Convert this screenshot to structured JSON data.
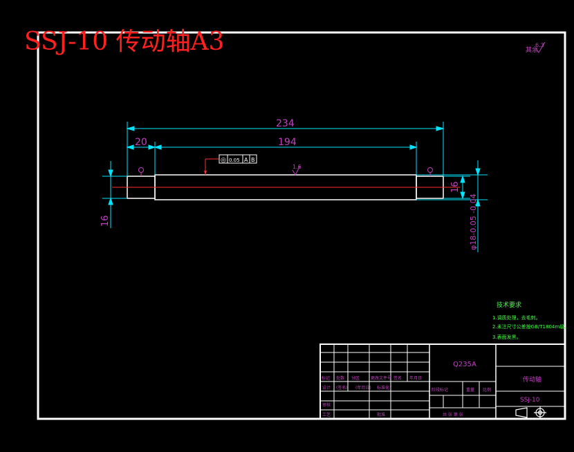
{
  "title": "SSJ-10 传动轴A3",
  "colors": {
    "background": "#000000",
    "frame": "#ffffff",
    "title": "#ff2020",
    "dimension": "#00e5ff",
    "dimension_text": "#c040c0",
    "centerline": "#ff3030",
    "tech": "#40ff40",
    "geometry": "#ffffff"
  },
  "roughness": {
    "default_label": "其余",
    "default_value": "6.3",
    "surface_value": "1.6"
  },
  "dimensions": {
    "overall_length": "234",
    "left_step": "20",
    "middle_length": "194",
    "step_dia_left": "16",
    "step_dia_right": "16",
    "shaft_dia": "φ18-0.05 -0.04"
  },
  "tolerance_frame": {
    "symbol": "◎",
    "value": "0.05",
    "datum": "A",
    "datum2": "B"
  },
  "tech_requirements": {
    "heading": "技术要求",
    "items": [
      "1.调质处理，去毛刺。",
      "2.未注尺寸公差按GB/T1804m级。",
      "3.表面发黑。"
    ]
  },
  "title_block": {
    "material": "Q235A",
    "part_name": "传动轴",
    "drawing_no": "SSJ-10",
    "row_labels": [
      "标记",
      "处数",
      "分区",
      "更改文件号",
      "签名",
      "年月日"
    ],
    "row2_labels": [
      "设计",
      "(签名)",
      "(年月日)",
      "标准化"
    ],
    "stage_labels": [
      "阶段标记",
      "重量",
      "比例"
    ],
    "left_labels": [
      "审核",
      "工艺"
    ],
    "approve": "批准",
    "sheet_text": "共 张 第 张"
  }
}
